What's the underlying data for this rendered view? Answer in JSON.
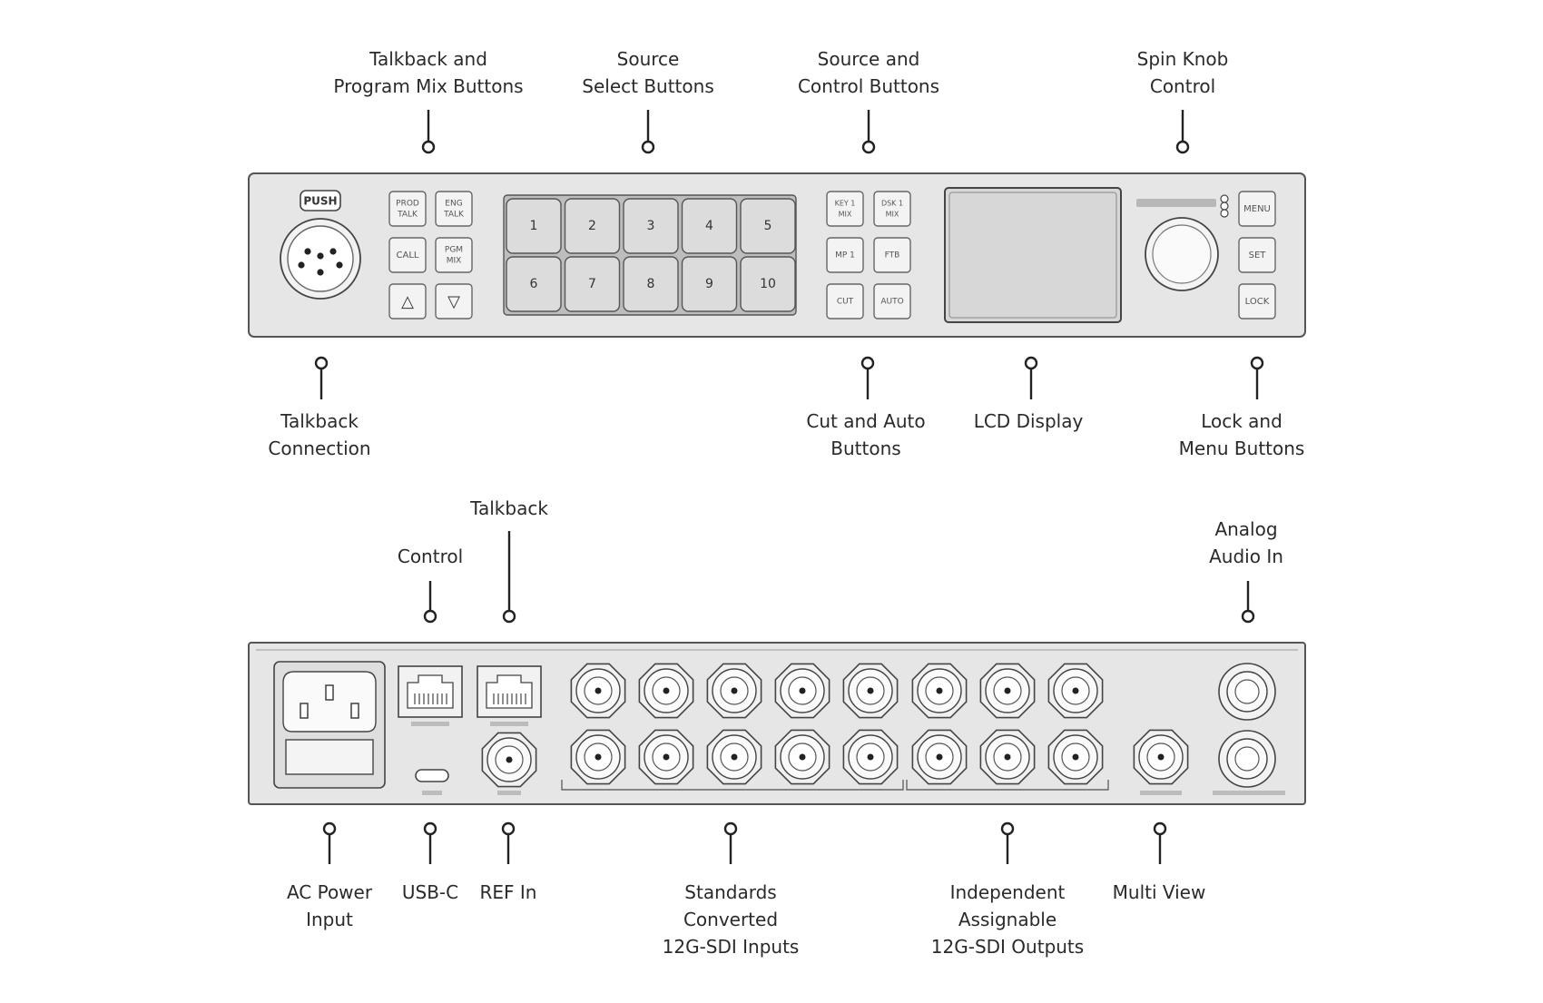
{
  "front_panel": {
    "labels": {
      "talkback_program_mix": [
        "Talkback and",
        "Program Mix Buttons"
      ],
      "source_select": [
        "Source",
        "Select Buttons"
      ],
      "source_control": [
        "Source and",
        "Control  Buttons"
      ],
      "spin_knob": [
        "Spin Knob",
        "Control"
      ],
      "talkback_connection": [
        "Talkback",
        "Connection"
      ],
      "cut_auto": [
        "Cut and Auto",
        "Buttons"
      ],
      "lcd_display": [
        "LCD Display"
      ],
      "lock_menu": [
        "Lock and",
        "Menu Buttons"
      ]
    },
    "xlr_label": "PUSH",
    "talk_buttons": [
      "PROD TALK",
      "ENG TALK",
      "CALL",
      "PGM MIX"
    ],
    "arrow_up": "△",
    "arrow_down": "▽",
    "source_buttons": [
      "1",
      "2",
      "3",
      "4",
      "5",
      "6",
      "7",
      "8",
      "9",
      "10"
    ],
    "control_buttons": [
      "KEY 1 MIX",
      "DSK 1 MIX",
      "MP 1",
      "FTB",
      "CUT",
      "AUTO"
    ],
    "menu_buttons": [
      "MENU",
      "SET",
      "LOCK"
    ]
  },
  "rear_panel": {
    "labels": {
      "talkback": [
        "Talkback"
      ],
      "control": [
        "Control"
      ],
      "analog_audio_in": [
        "Analog",
        "Audio In"
      ],
      "ac_power": [
        "AC Power",
        "Input"
      ],
      "usb_c": [
        "USB-C"
      ],
      "ref_in": [
        "REF In"
      ],
      "sdi_inputs": [
        "Standards",
        "Converted",
        "12G-SDI Inputs"
      ],
      "sdi_outputs": [
        "Independent",
        "Assignable",
        "12G-SDI Outputs"
      ],
      "multi_view": [
        "Multi View"
      ]
    }
  },
  "colors": {
    "panel_fill": "#e6e6e6",
    "panel_stroke": "#555555",
    "button_fill": "#f3f3f3",
    "source_fill": "#dcdcdc",
    "leader": "#222222"
  }
}
